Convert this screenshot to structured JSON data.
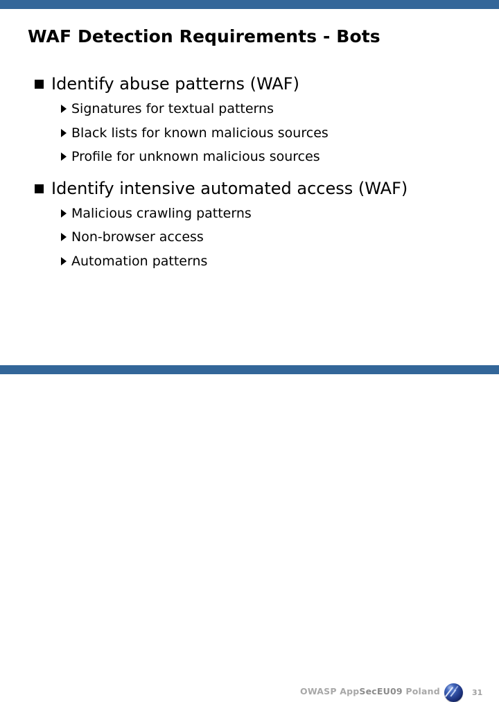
{
  "slide": {
    "title": "WAF Detection Requirements - Bots",
    "bullets": [
      {
        "level1": "Identify abuse patterns (WAF)",
        "marker": "black-square",
        "sub": [
          {
            "text": "Signatures for textual patterns",
            "marker": "right-triangle"
          },
          {
            "text": "Black lists for known malicious sources",
            "marker": "right-triangle"
          },
          {
            "text": "Profile for unknown malicious sources",
            "marker": "right-triangle"
          }
        ]
      },
      {
        "level1": "Identify intensive automated access (WAF)",
        "marker": "black-square",
        "sub": [
          {
            "text": "Malicious crawling patterns",
            "marker": "right-triangle"
          },
          {
            "text": "Non-browser access",
            "marker": "right-triangle"
          },
          {
            "text": "Automation patterns",
            "marker": "right-triangle"
          }
        ]
      }
    ]
  },
  "footer": {
    "text_part1": "OWASP App",
    "text_part2": "SecEU09",
    "text_part3": " Poland",
    "full_text": "OWASP AppSecEU09 Poland",
    "page_number": "31",
    "logo": "owasp-globe-logo"
  },
  "colors": {
    "bar_blue": "#336699",
    "title_black": "#000000",
    "footer_gray": "#a8a8a8",
    "page_number_gray": "#a0a0a0"
  }
}
